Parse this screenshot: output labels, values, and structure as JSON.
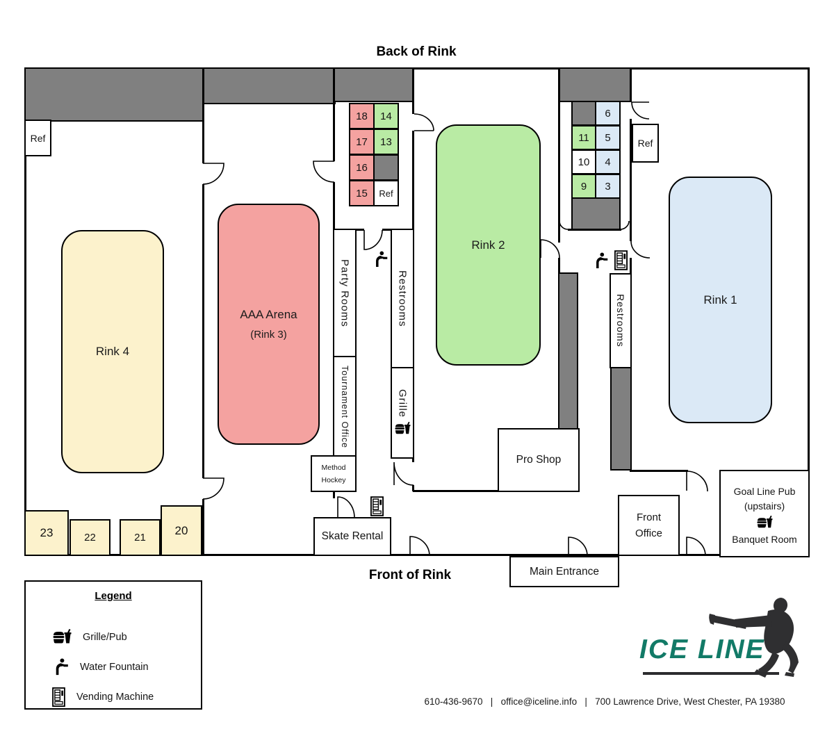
{
  "titles": {
    "back": "Back of Rink",
    "front": "Front of Rink"
  },
  "rinks": {
    "rink1": "Rink 1",
    "rink2": "Rink 2",
    "rink3_name": "AAA Arena",
    "rink3_sub": "(Rink 3)",
    "rink4": "Rink 4"
  },
  "locker_rooms": {
    "back_center_bay": [
      "18",
      "14",
      "17",
      "13",
      "16",
      "",
      "15",
      "Ref"
    ],
    "back_right_bay": [
      "",
      "6",
      "11",
      "5",
      "10",
      "4",
      "9",
      "3"
    ],
    "front_left_bay": [
      "23",
      "22",
      "21",
      "20"
    ]
  },
  "rooms": {
    "ref_back_left": "Ref",
    "ref_back_right": "Ref",
    "party_rooms": "Party Rooms",
    "tournament_office": "Tournament Office",
    "method_hockey_line1": "Method",
    "method_hockey_line2": "Hockey",
    "restrooms_center": "Restrooms",
    "restrooms_right": "Restrooms",
    "grille": "Grille",
    "pro_shop": "Pro Shop",
    "front_office_line1": "Front",
    "front_office_line2": "Office",
    "main_entrance": "Main Entrance",
    "skate_rental": "Skate Rental",
    "goal_line_pub": "Goal Line Pub",
    "goal_line_pub_sub": "(upstairs)",
    "banquet_room": "Banquet Room"
  },
  "legend": {
    "title": "Legend",
    "items": [
      {
        "icon": "grille-pub-icon",
        "label": "Grille/Pub"
      },
      {
        "icon": "water-fountain-icon",
        "label": "Water Fountain"
      },
      {
        "icon": "vending-machine-icon",
        "label": "Vending Machine"
      }
    ]
  },
  "logo": {
    "text": "ICE LINE"
  },
  "footer": {
    "phone": "610-436-9670",
    "separator": "|",
    "email": "office@iceline.info",
    "address": "700 Lawrence Drive, West Chester, PA 19380"
  },
  "colors": {
    "bleacher_gray": "#808080",
    "rink1_fill": "#dbe9f6",
    "rink2_fill": "#b9eba4",
    "rink3_fill": "#f4a2a0",
    "rink4_fill": "#fcf2cc",
    "locker_red": "#f4a2a0",
    "locker_green": "#b9eba4",
    "locker_blue": "#dbe9f6",
    "locker_yellow": "#fcf2cc",
    "logo_green": "#127a67",
    "wall_black": "#000000"
  }
}
